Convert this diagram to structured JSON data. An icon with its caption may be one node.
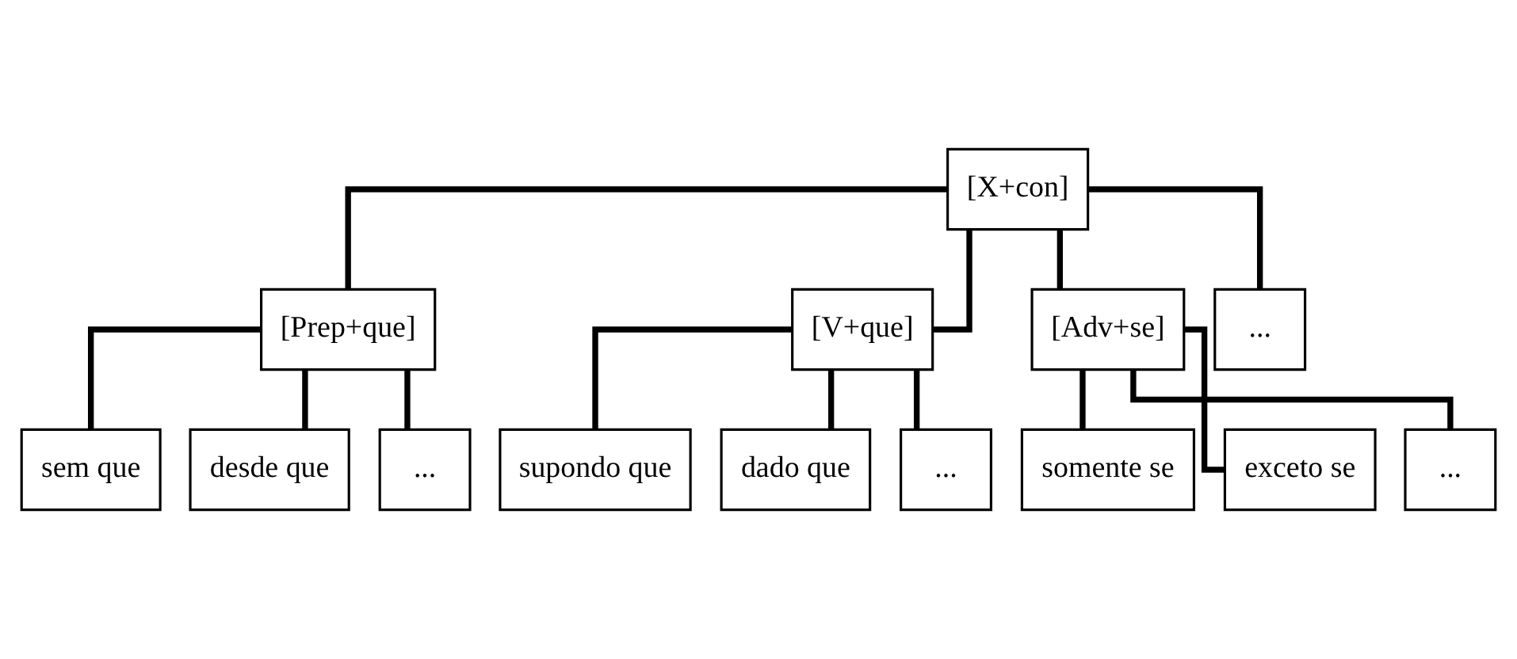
{
  "diagram": {
    "nodes": [
      {
        "text": [
          "[X+con]"
        ]
      },
      {
        "text": [
          "[Prep+que]"
        ]
      },
      {
        "text": [
          "[V+que]"
        ]
      },
      {
        "text": [
          "[Adv+se]"
        ]
      },
      {
        "text": [
          "..."
        ]
      },
      {
        "text": [
          "sem que"
        ]
      },
      {
        "text": [
          "desde que"
        ]
      },
      {
        "text": [
          "..."
        ]
      },
      {
        "text": [
          "supondo que"
        ]
      },
      {
        "text": [
          "dado que"
        ]
      },
      {
        "text": [
          "..."
        ]
      },
      {
        "text": [
          "somente se"
        ]
      },
      {
        "text": [
          "exceto se"
        ]
      },
      {
        "text": [
          "..."
        ]
      }
    ],
    "edges": [
      {
        "from": 0,
        "to": 1,
        "arrow": "none"
      },
      {
        "from": 0,
        "to": 2,
        "arrow": "none"
      },
      {
        "from": 0,
        "to": 3,
        "arrow": "none"
      },
      {
        "from": 0,
        "to": 4,
        "arrow": "none"
      },
      {
        "from": 1,
        "to": 5,
        "arrow": "none"
      },
      {
        "from": 1,
        "to": 6,
        "arrow": "none"
      },
      {
        "from": 1,
        "to": 7,
        "arrow": "none"
      },
      {
        "from": 2,
        "to": 8,
        "arrow": "none"
      },
      {
        "from": 2,
        "to": 9,
        "arrow": "none"
      },
      {
        "from": 2,
        "to": 10,
        "arrow": "none"
      },
      {
        "from": 3,
        "to": 11,
        "arrow": "none"
      },
      {
        "from": 3,
        "to": 12,
        "arrow": "none"
      },
      {
        "from": 3,
        "to": 13,
        "arrow": "none"
      }
    ]
  }
}
